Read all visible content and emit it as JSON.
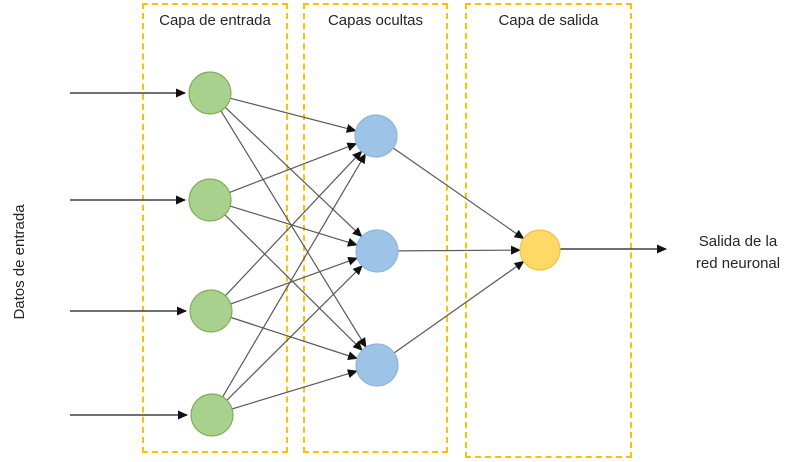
{
  "diagram": {
    "left_axis_label": "Datos de entrada",
    "layers": [
      {
        "id": "input",
        "label": "Capa de entrada",
        "node_count": 4,
        "node_color": "#a9d18e",
        "node_border": "#7fae5a"
      },
      {
        "id": "hidden",
        "label": "Capas ocultas",
        "node_count": 3,
        "node_color": "#9dc3e6",
        "node_border": "#8eb4da"
      },
      {
        "id": "output",
        "label": "Capa de salida",
        "node_count": 1,
        "node_color": "#ffd966",
        "node_border": "#efc04f"
      }
    ],
    "output_label": {
      "line1": "Salida de la",
      "line2": "red neuronal"
    },
    "colors": {
      "box_border": "#ffc000",
      "connection_line": "#595959",
      "input_arrow": "#404040",
      "arrowhead": "#111111",
      "text": "#262626"
    },
    "connectivity": "fully-connected 4-3-1"
  }
}
